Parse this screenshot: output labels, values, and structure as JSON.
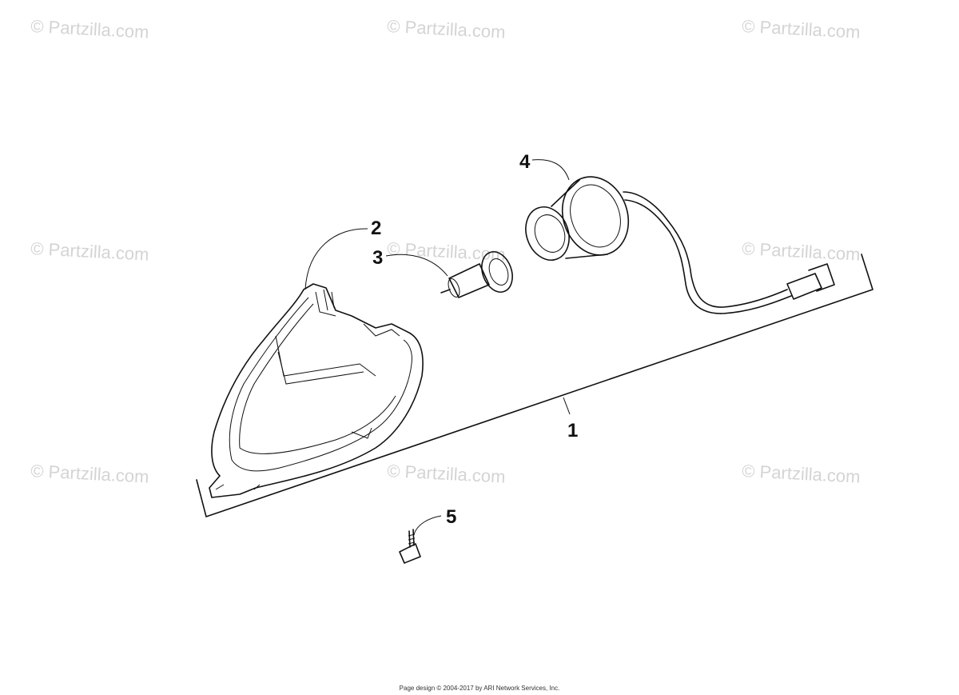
{
  "watermark": "© Partzilla.com",
  "callouts": [
    "1",
    "2",
    "3",
    "4",
    "5"
  ],
  "footer": "Page design © 2004-2017 by ARI Network Services, Inc."
}
